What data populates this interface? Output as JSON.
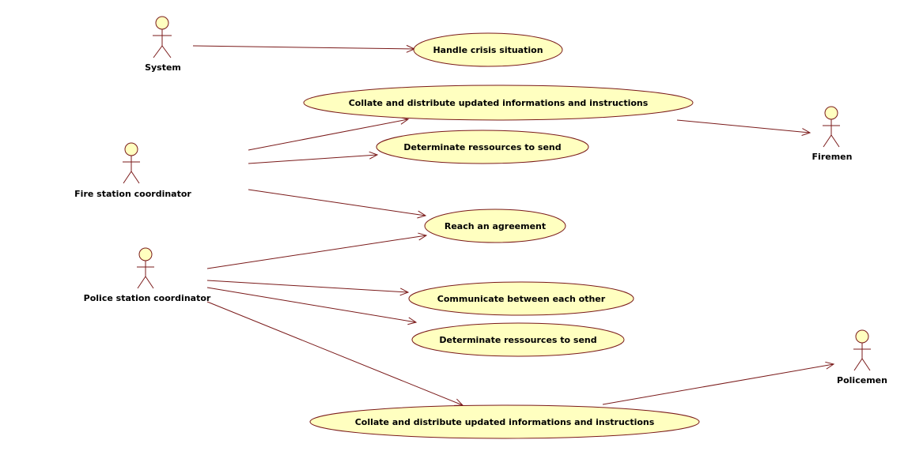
{
  "colors": {
    "line": "#7a1a1a",
    "fill": "#ffffc0",
    "text": "#000000",
    "background": "#ffffff"
  },
  "actors": {
    "system": "System",
    "fire_coord": "Fire station coordinator",
    "police_coord": "Police station coordinator",
    "firemen": "Firemen",
    "policemen": "Policemen"
  },
  "use_cases": {
    "handle_crisis": "Handle crisis situation",
    "collate_fire": "Collate and distribute updated informations and instructions",
    "determine_fire": "Determinate ressources to send",
    "reach_agreement": "Reach an agreement",
    "communicate": "Communicate between each other",
    "determine_police": "Determinate ressources to send",
    "collate_police": "Collate and distribute updated informations and instructions"
  }
}
